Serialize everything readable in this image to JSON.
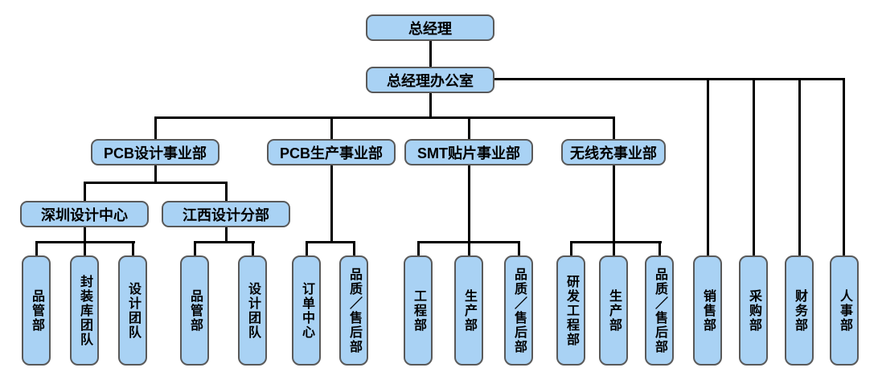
{
  "chart": {
    "root": {
      "label": "总经理"
    },
    "office": {
      "label": "总经理办公室"
    },
    "divisions": [
      {
        "label": "PCB设计事业部",
        "children": [
          {
            "label": "深圳设计中心",
            "children": [
              {
                "label": "品管部"
              },
              {
                "label": "封装库团队"
              },
              {
                "label": "设计团队"
              }
            ]
          },
          {
            "label": "江西设计分部",
            "children": [
              {
                "label": "品管部"
              },
              {
                "label": "设计团队"
              }
            ]
          }
        ]
      },
      {
        "label": "PCB生产事业部",
        "children": [
          {
            "label": "订单中心"
          },
          {
            "label": "品质／售后部"
          }
        ]
      },
      {
        "label": "SMT贴片事业部",
        "children": [
          {
            "label": "工程部"
          },
          {
            "label": "生产部"
          },
          {
            "label": "品质／售后部"
          }
        ]
      },
      {
        "label": "无线充事业部",
        "children": [
          {
            "label": "研发工程部"
          },
          {
            "label": "生产部"
          },
          {
            "label": "品质／售后部"
          }
        ]
      }
    ],
    "office_departments": [
      {
        "label": "销售部"
      },
      {
        "label": "采购部"
      },
      {
        "label": "财务部"
      },
      {
        "label": "人事部"
      }
    ]
  },
  "colors": {
    "box_fill": "#A9D2F4",
    "box_border": "#595959",
    "connector": "#000000",
    "text": "#000000",
    "background": "#FFFFFF"
  }
}
